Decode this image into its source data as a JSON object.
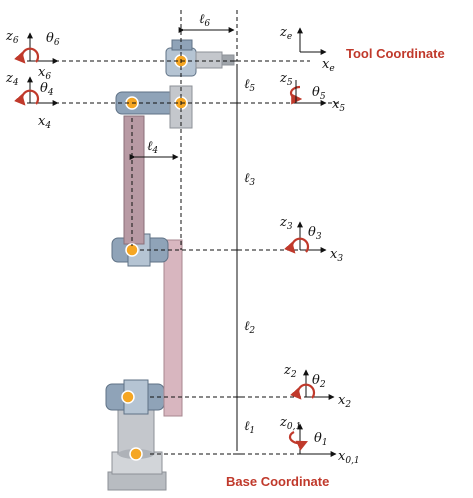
{
  "titles": {
    "tool": "Tool Coordinate",
    "base": "Base Coordinate"
  },
  "colors": {
    "accent": "#c0392b",
    "joint": "#f39c12",
    "link_pink": "#d8b6bf",
    "link_dark": "#b89aa4",
    "body_gray": "#c9ccd0"
  },
  "symbols": {
    "z": "z",
    "x": "x",
    "theta": "θ",
    "ell": "ℓ"
  },
  "frames": {
    "f6": {
      "sub": "6"
    },
    "f4": {
      "sub": "4"
    },
    "fe": {
      "sub": "e"
    },
    "f5": {
      "sub": "5"
    },
    "f3": {
      "sub": "3"
    },
    "f2": {
      "sub": "2"
    },
    "f01": {
      "sub": "0,1"
    },
    "t1": {
      "sub": "1"
    }
  },
  "lengths": {
    "l1": "1",
    "l2": "2",
    "l3": "3",
    "l4": "4",
    "l5": "5",
    "l6": "6"
  }
}
